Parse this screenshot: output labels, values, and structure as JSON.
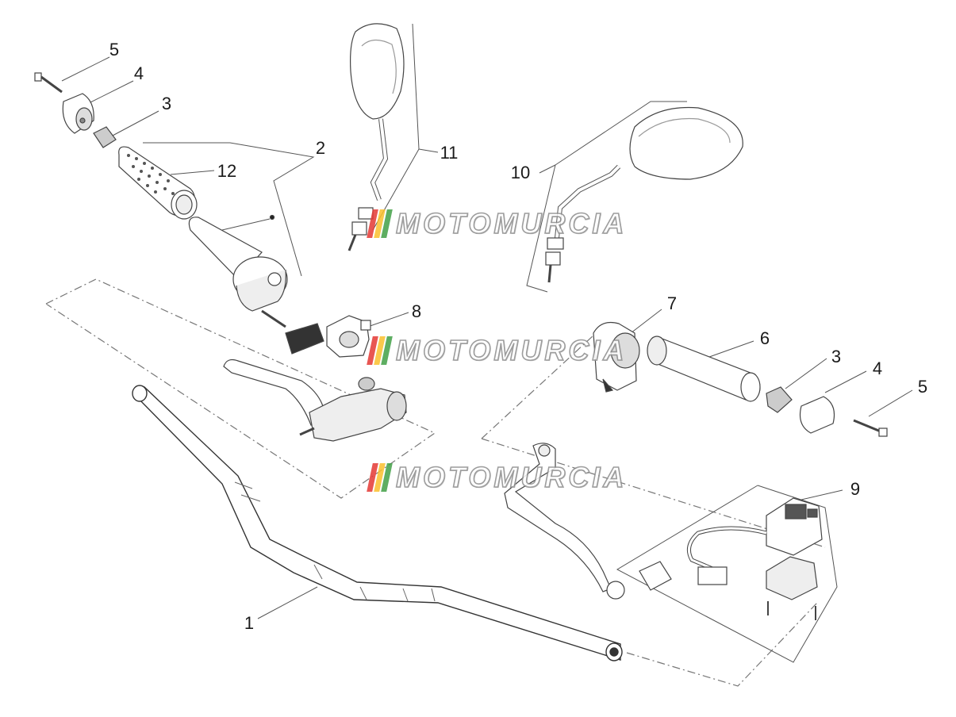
{
  "diagram": {
    "labels": [
      {
        "id": "label-1",
        "text": "1"
      },
      {
        "id": "label-2",
        "text": "2"
      },
      {
        "id": "label-3a",
        "text": "3"
      },
      {
        "id": "label-3b",
        "text": "3"
      },
      {
        "id": "label-4a",
        "text": "4"
      },
      {
        "id": "label-4b",
        "text": "4"
      },
      {
        "id": "label-5a",
        "text": "5"
      },
      {
        "id": "label-5b",
        "text": "5"
      },
      {
        "id": "label-6",
        "text": "6"
      },
      {
        "id": "label-7",
        "text": "7"
      },
      {
        "id": "label-8",
        "text": "8"
      },
      {
        "id": "label-9",
        "text": "9"
      },
      {
        "id": "label-10",
        "text": "10"
      },
      {
        "id": "label-11",
        "text": "11"
      },
      {
        "id": "label-12",
        "text": "12"
      }
    ],
    "watermark": {
      "text": "MOTOMURCIA",
      "flag_colors": [
        "#e53935",
        "#fbc02d",
        "#43a047"
      ]
    }
  }
}
